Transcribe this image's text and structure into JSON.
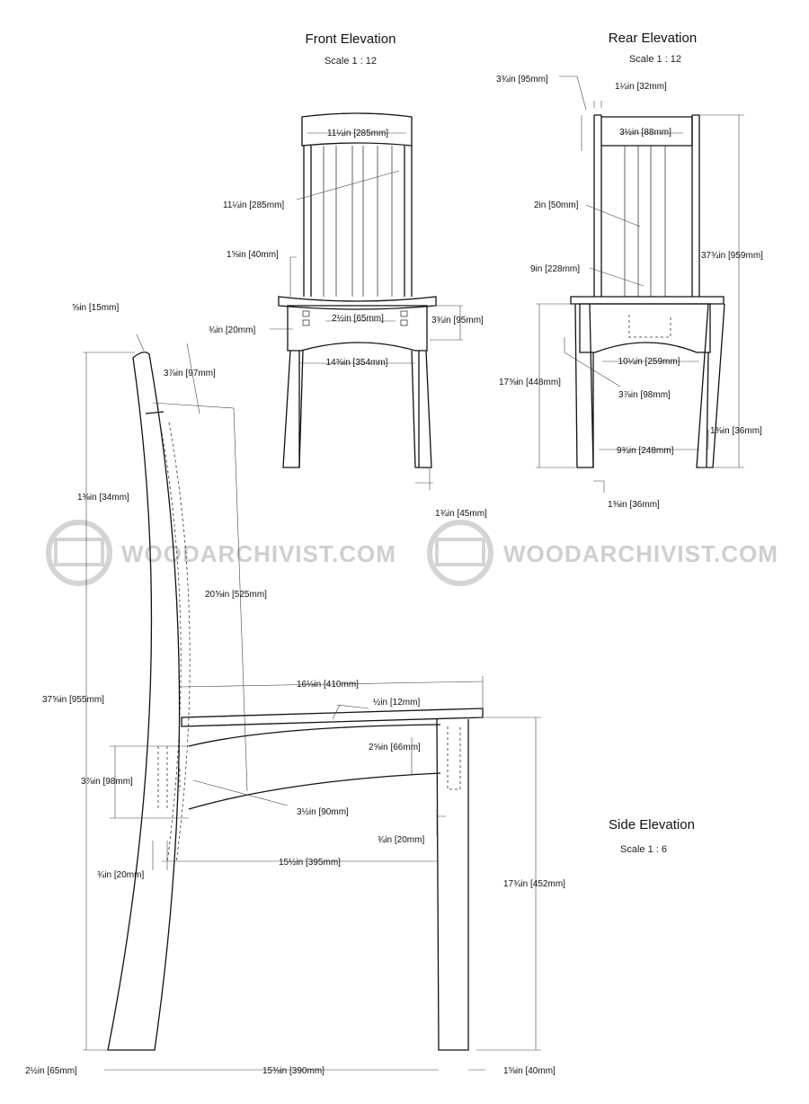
{
  "views": {
    "front": {
      "title": "Front Elevation",
      "scale": "Scale  1 : 12"
    },
    "rear": {
      "title": "Rear Elevation",
      "scale": "Scale  1 : 12"
    },
    "side": {
      "title": "Side Elevation",
      "scale": "Scale  1 : 6"
    }
  },
  "watermark": "WOODARCHIVIST.COM",
  "dimensions": {
    "front": [
      "11¼in [285mm]",
      "11¼in [285mm]",
      "1⅝in [40mm]",
      "¾in [20mm]",
      "2½in [65mm]",
      "3¾in [95mm]",
      "14⅜in [354mm]",
      "1¾in [45mm]"
    ],
    "rear": [
      "3¾in [95mm]",
      "1¼in [32mm]",
      "3½in [88mm]",
      "2in [50mm]",
      "37¾in [959mm]",
      "9in [228mm]",
      "10¼in [259mm]",
      "17⅝in [448mm]",
      "3⅞in [98mm]",
      "1⅜in [36mm]",
      "9¾in [248mm]",
      "1⅜in [36mm]"
    ],
    "side": [
      "⅝in [15mm]",
      "3⅞in [97mm]",
      "1⅜in [34mm]",
      "20⅝in [525mm]",
      "37⅝in [955mm]",
      "16⅛in [410mm]",
      "½in [12mm]",
      "2⅝in [66mm]",
      "3⅞in [98mm]",
      "3½in [90mm]",
      "¾in [20mm]",
      "15½in [395mm]",
      "¾in [20mm]",
      "17¾in [452mm]",
      "2½in [65mm]",
      "15⅜in [390mm]",
      "1⅝in [40mm]"
    ]
  }
}
